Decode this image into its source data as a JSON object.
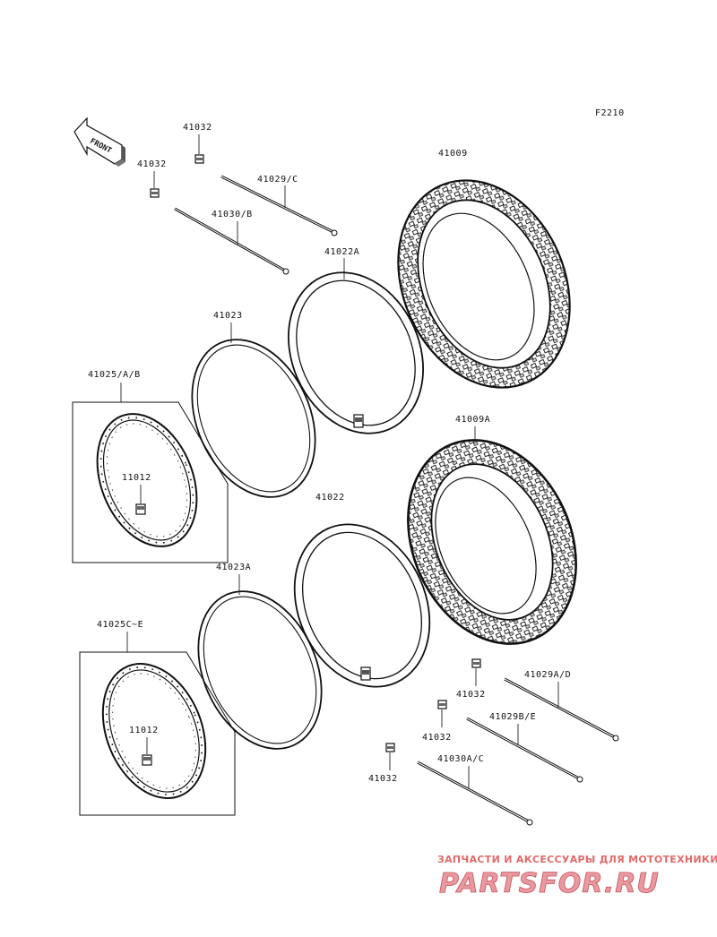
{
  "figure_code": "F2210",
  "front_label": "FRONT",
  "labels": {
    "bolt_top_a": "41032",
    "bolt_top_b": "41032",
    "spoke_a": "41029/C",
    "spoke_b": "41030/B",
    "tire_front": "41009",
    "tube_a": "41022A",
    "band_a": "41023",
    "rim_front": "41025/A/B",
    "valve_front": "11012",
    "tire_rear": "41009A",
    "tube_b": "41022",
    "band_b": "41023A",
    "rim_rear": "41025C~E",
    "valve_rear": "11012",
    "spoke_c": "41029A/D",
    "spoke_d": "41029B/E",
    "spoke_e": "41030A/C",
    "bolt_bottom_a": "41032",
    "bolt_bottom_b": "41032",
    "bolt_bottom_c": "41032"
  },
  "watermark": {
    "tagline": "ЗАПЧАСТИ И АКСЕССУАРЫ ДЛЯ МОТОТЕХНИКИ",
    "brand": "PARTSFOR.RU"
  }
}
